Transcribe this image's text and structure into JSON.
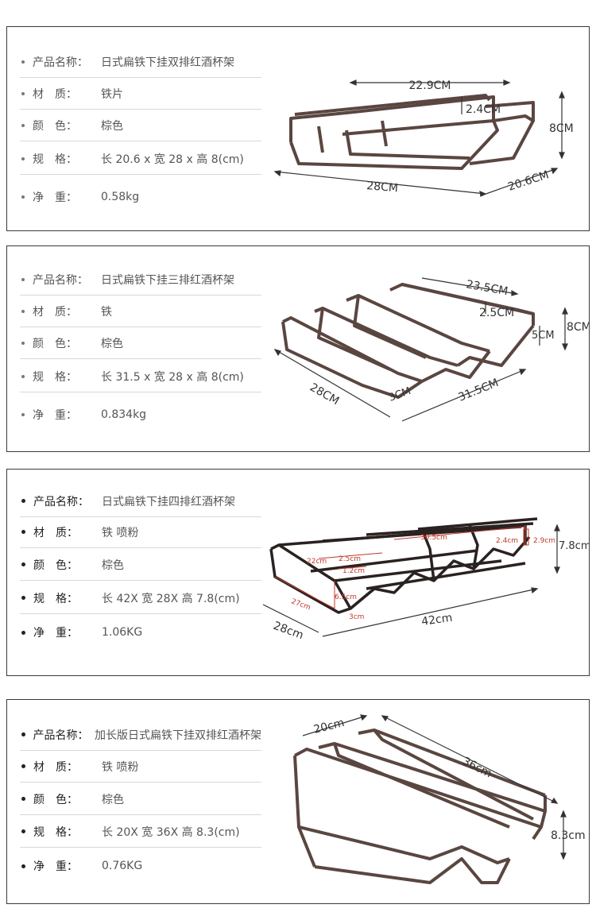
{
  "colors": {
    "frame": "#5a4640",
    "dim": "#333333",
    "red": "#c0392b",
    "border": "#3a3a3a"
  },
  "products": [
    {
      "specs": [
        {
          "label": "产品名称：",
          "value": "日式扁铁下挂双排红酒杯架"
        },
        {
          "label": "材　质：",
          "value": "铁片"
        },
        {
          "label": "颜　色：",
          "value": "棕色"
        },
        {
          "label": "规　格：",
          "value": "长 20.6 x 宽 28 x 高 8(cm)"
        },
        {
          "label": "净　重：",
          "value": "0.58kg"
        }
      ],
      "dims": {
        "top": "22.9CM",
        "inner": "2.4CM",
        "height": "8CM",
        "length": "28CM",
        "depth": "20.6CM"
      }
    },
    {
      "specs": [
        {
          "label": "产品名称：",
          "value": "日式扁铁下挂三排红酒杯架"
        },
        {
          "label": "材　质：",
          "value": "铁"
        },
        {
          "label": "颜　色：",
          "value": "棕色"
        },
        {
          "label": "规　格：",
          "value": "长 31.5 x 宽 28 x 高 8(cm)"
        },
        {
          "label": "净　重：",
          "value": "0.834kg"
        }
      ],
      "dims": {
        "top": "23.5CM",
        "inner": "2.5CM",
        "mid": "5CM",
        "height": "8CM",
        "length": "28CM",
        "small": "3CM",
        "depth": "31.5CM"
      }
    },
    {
      "specs": [
        {
          "label": "产品名称：",
          "value": "日式扁铁下挂四排红酒杯架"
        },
        {
          "label": "材　质：",
          "value": "铁 喷粉"
        },
        {
          "label": "颜　色：",
          "value": "棕色"
        },
        {
          "label": "规　格：",
          "value": "长 42X 宽 28X 高 7.8(cm)"
        },
        {
          "label": "净　重：",
          "value": "1.06KG"
        }
      ],
      "dims": {
        "height": "7.8cm",
        "length": "28cm",
        "depth": "42cm",
        "red": [
          "30.5cm",
          "2.4cm",
          "2.9cm",
          "22cm",
          "2.5cm",
          "1.2cm",
          "27cm",
          "6.5cm",
          "3cm"
        ]
      }
    },
    {
      "specs": [
        {
          "label": "产品名称：",
          "value": "加长版日式扁铁下挂双排红酒杯架"
        },
        {
          "label": "材　质：",
          "value": "铁 喷粉"
        },
        {
          "label": "颜　色：",
          "value": "棕色"
        },
        {
          "label": "规　格：",
          "value": "长 20X 宽 36X 高 8.3(cm)"
        },
        {
          "label": "净　重：",
          "value": "0.76KG"
        }
      ],
      "dims": {
        "width": "20cm",
        "length": "36cm",
        "height": "8.3cm"
      }
    }
  ]
}
